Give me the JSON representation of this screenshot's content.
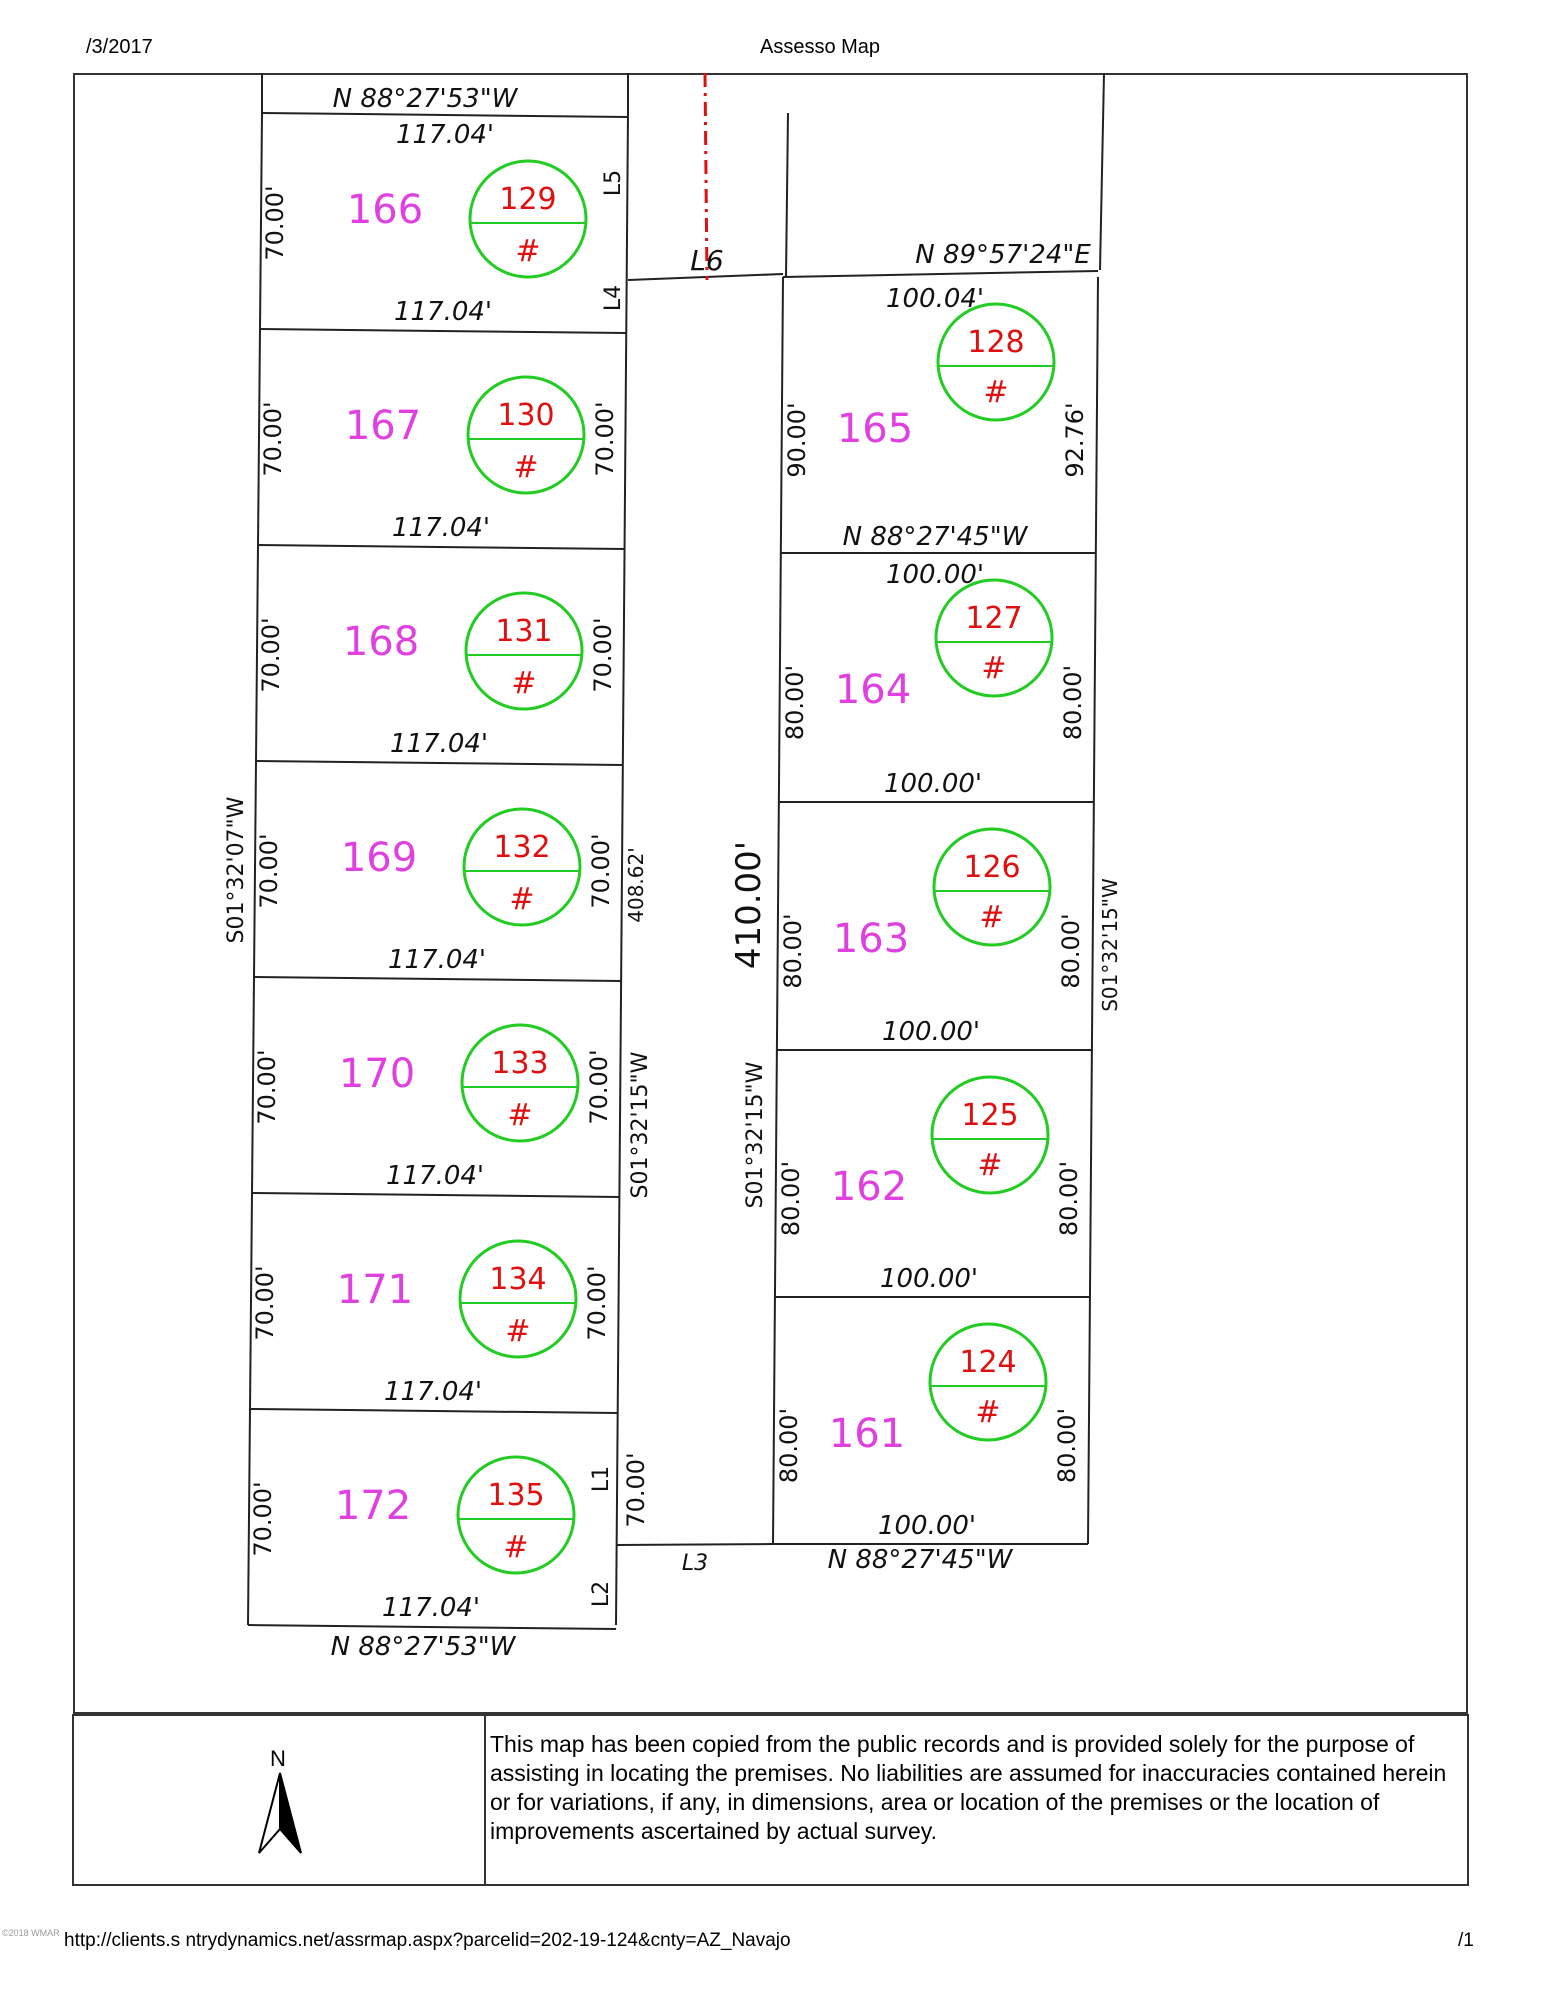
{
  "header": {
    "date": "/3/2017",
    "title": "Assesso  Map"
  },
  "left_lots": [
    {
      "lot": "166",
      "tag": "129",
      "left_dim": "70.00'",
      "right_top": "L5",
      "right_bottom": "L4",
      "right_dim": "",
      "top_dim": "117.04'",
      "bottom_dim": "117.04'"
    },
    {
      "lot": "167",
      "tag": "130",
      "left_dim": "70.00'",
      "right_dim": "70.00'",
      "bottom_dim": "117.04'"
    },
    {
      "lot": "168",
      "tag": "131",
      "left_dim": "70.00'",
      "right_dim": "70.00'",
      "bottom_dim": "117.04'"
    },
    {
      "lot": "169",
      "tag": "132",
      "left_dim": "70.00'",
      "right_dim": "70.00'",
      "bottom_dim": "117.04'"
    },
    {
      "lot": "170",
      "tag": "133",
      "left_dim": "70.00'",
      "right_dim": "70.00'",
      "bottom_dim": "117.04'"
    },
    {
      "lot": "171",
      "tag": "134",
      "left_dim": "70.00'",
      "right_dim": "70.00'",
      "bottom_dim": "117.04'"
    },
    {
      "lot": "172",
      "tag": "135",
      "left_dim": "70.00'",
      "right_top": "L1",
      "right_bottom": "L2",
      "right_dim": "",
      "bottom_dim": "117.04'"
    }
  ],
  "right_lots": [
    {
      "lot": "165",
      "tag": "128",
      "left_dim": "90.00'",
      "right_dim": "92.76'",
      "top_dim": "100.04'",
      "bottom_dim": ""
    },
    {
      "lot": "164",
      "tag": "127",
      "left_dim": "80.00'",
      "right_dim": "80.00'",
      "top_dim": "100.00'",
      "bottom_dim": "100.00'"
    },
    {
      "lot": "163",
      "tag": "126",
      "left_dim": "80.00'",
      "right_dim": "80.00'",
      "bottom_dim": "100.00'"
    },
    {
      "lot": "162",
      "tag": "125",
      "left_dim": "80.00'",
      "right_dim": "80.00'",
      "bottom_dim": "100.00'"
    },
    {
      "lot": "161",
      "tag": "124",
      "left_dim": "80.00'",
      "right_dim": "80.00'",
      "bottom_dim": "100.00'"
    }
  ],
  "bearings": {
    "top_left": "N 88°27'53\"W",
    "bottom_left": "N 88°27'53\"W",
    "top_right": "N 89°57'24\"E",
    "mid_right": "N 88°27'45\"W",
    "bottom_right": "N 88°27'45\"W",
    "west_side": "S01°32'07\"W",
    "strip_west": "S01°32'15\"W",
    "strip_east": "S01°32'15\"W",
    "east_side": "S01°32'15\"W"
  },
  "extra_labels": {
    "hash": "#",
    "l6": "L6",
    "l3": "L3",
    "strip_west_len": "408.62'",
    "strip_east_len": "410.00'",
    "l1_len": "70.00'"
  },
  "colors": {
    "lot_number": "#e040e0",
    "tag_number": "#e01010",
    "circle": "#22cc22",
    "line": "#222222",
    "center_line": "#e01010"
  },
  "north_label": "N",
  "disclaimer": "This map has been copied from the public records and is provided solely for the purpose of assisting in locating the premises. No liabilities are assumed for inaccuracies contained herein or for variations, if any, in dimensions, area or location of the premises or the location of improvements ascertained by actual survey.",
  "footer": {
    "url": "http://clients.s  ntrydynamics.net/assrmap.aspx?parcelid=202-19-124&cnty=AZ_Navajo",
    "page": "/1",
    "watermark": "©2018 WMAR"
  }
}
